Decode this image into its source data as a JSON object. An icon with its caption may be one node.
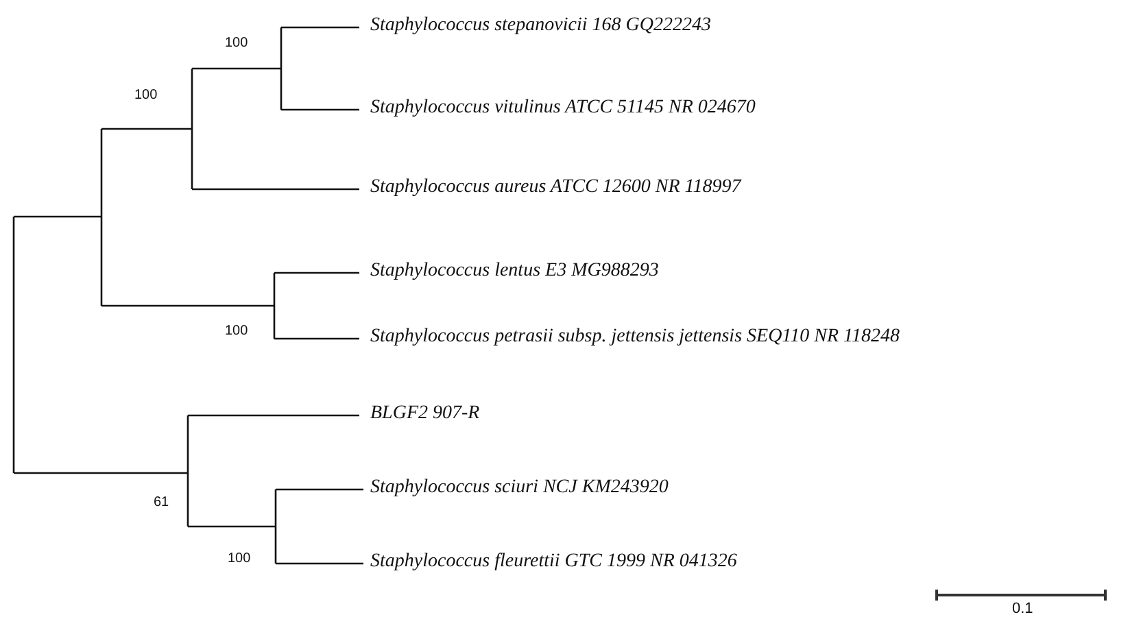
{
  "diagram": {
    "nodes": [
      {
        "text": [
          "Staphylococcus stepanovicii 168 GQ222243"
        ]
      },
      {
        "text": [
          "Staphylococcus vitulinus ATCC 51145 NR 024670"
        ]
      },
      {
        "text": [
          "Staphylococcus aureus ATCC 12600 NR 118997"
        ]
      },
      {
        "text": [
          "Staphylococcus lentus E3 MG988293"
        ]
      },
      {
        "text": [
          "Staphylococcus petrasii subsp. jettensis jettensis SEQ110 NR 118248"
        ]
      },
      {
        "text": [
          "BLGF2 907-R"
        ]
      },
      {
        "text": [
          "Staphylococcus sciuri NCJ KM243920"
        ]
      },
      {
        "text": [
          "Staphylococcus fleurettii GTC 1999 NR 041326"
        ]
      }
    ],
    "labels": [
      "100",
      "100",
      "100",
      "61",
      "100",
      "0.1"
    ]
  }
}
